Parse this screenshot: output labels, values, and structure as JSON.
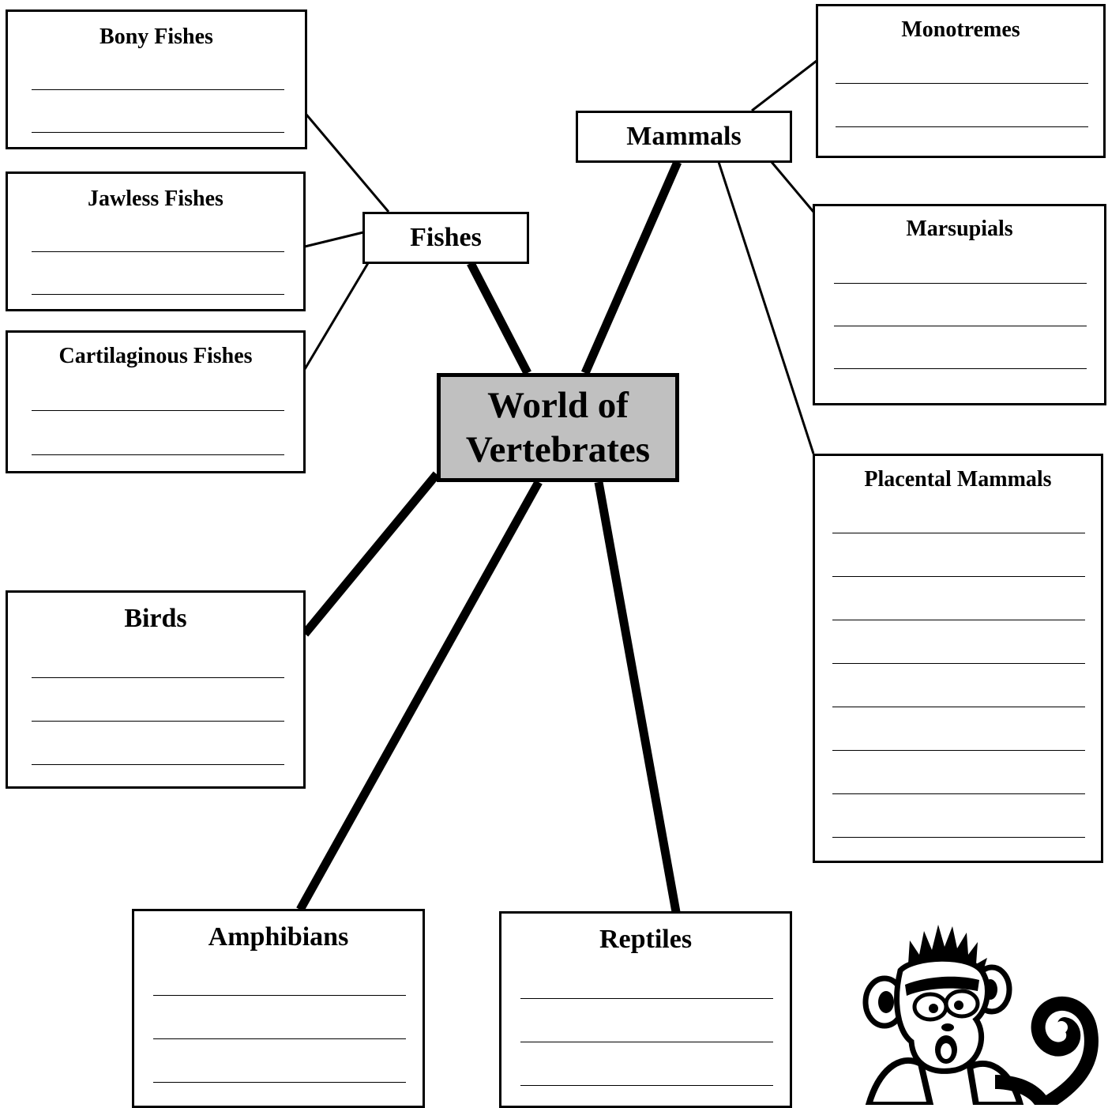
{
  "center": {
    "line1": "World of",
    "line2": "Vertebrates",
    "fill": "#c0c0c0"
  },
  "hubs": {
    "fishes": "Fishes",
    "mammals": "Mammals"
  },
  "boxes": {
    "bony_fishes": {
      "title": "Bony Fishes",
      "blank_count": 2
    },
    "jawless_fishes": {
      "title": "Jawless Fishes",
      "blank_count": 2
    },
    "cartilaginous_fishes": {
      "title": "Cartilaginous Fishes",
      "blank_count": 2
    },
    "birds": {
      "title": "Birds",
      "blank_count": 3
    },
    "amphibians": {
      "title": "Amphibians",
      "blank_count": 3
    },
    "reptiles": {
      "title": "Reptiles",
      "blank_count": 3
    },
    "monotremes": {
      "title": "Monotremes",
      "blank_count": 2
    },
    "marsupials": {
      "title": "Marsupials",
      "blank_count": 3
    },
    "placental_mammals": {
      "title": "Placental Mammals",
      "blank_count": 8
    }
  },
  "icons": {
    "mascot": "monkey-icon"
  }
}
